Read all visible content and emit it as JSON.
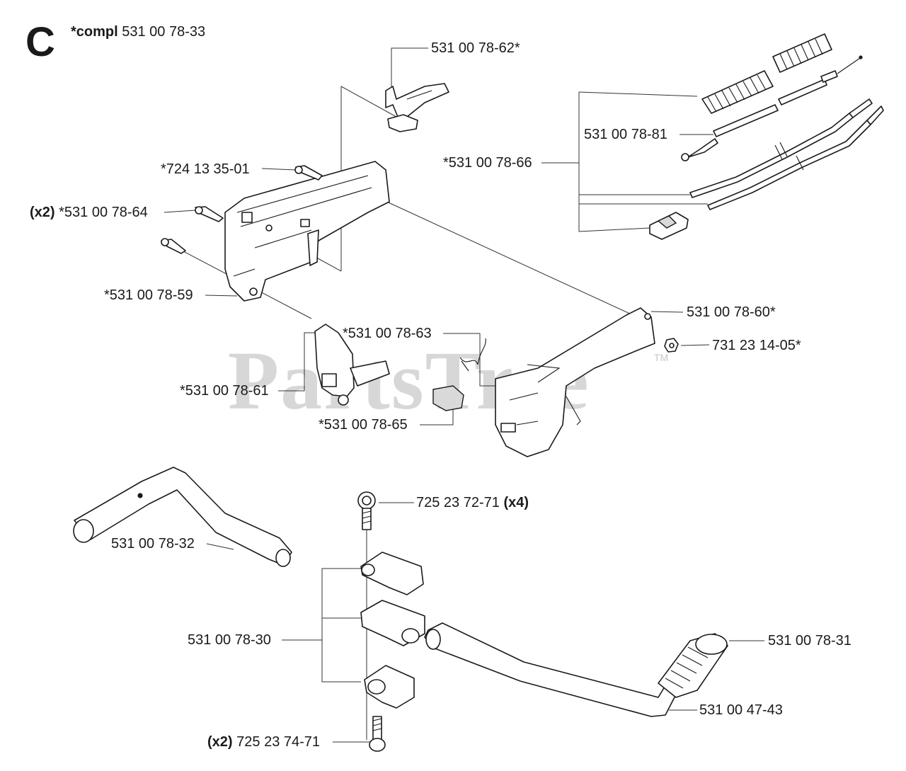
{
  "section": {
    "letter": "C",
    "compl_prefix": "*compl",
    "compl_part": "531 00 78-33"
  },
  "watermark": {
    "text": "PartsTree",
    "tm": "TM"
  },
  "labels": {
    "p62": "531 00 78-62*",
    "p81": "531 00 78-81",
    "p66": "*531 00 78-66",
    "s724": "*724 13 35-01",
    "p64_qty": "(x2)",
    "p64": "*531 00 78-64",
    "p59": "*531 00 78-59",
    "p60": "531 00 78-60*",
    "p63": "*531 00 78-63",
    "n731": "731 23 14-05*",
    "p61": "*531 00 78-61",
    "p65": "*531 00 78-65",
    "s725_72": "725 23 72-71",
    "s725_72_qty": "(x4)",
    "p32": "531 00 78-32",
    "p30": "531 00 78-30",
    "p31": "531 00 78-31",
    "p4743": "531 00 47-43",
    "s725_74_qty": "(x2)",
    "s725_74": "725 23 74-71"
  },
  "icons": [
    "handle-housing",
    "throttle-trigger",
    "cable-assembly",
    "screw",
    "clamp",
    "handle-bar",
    "grip",
    "nut",
    "spring"
  ]
}
